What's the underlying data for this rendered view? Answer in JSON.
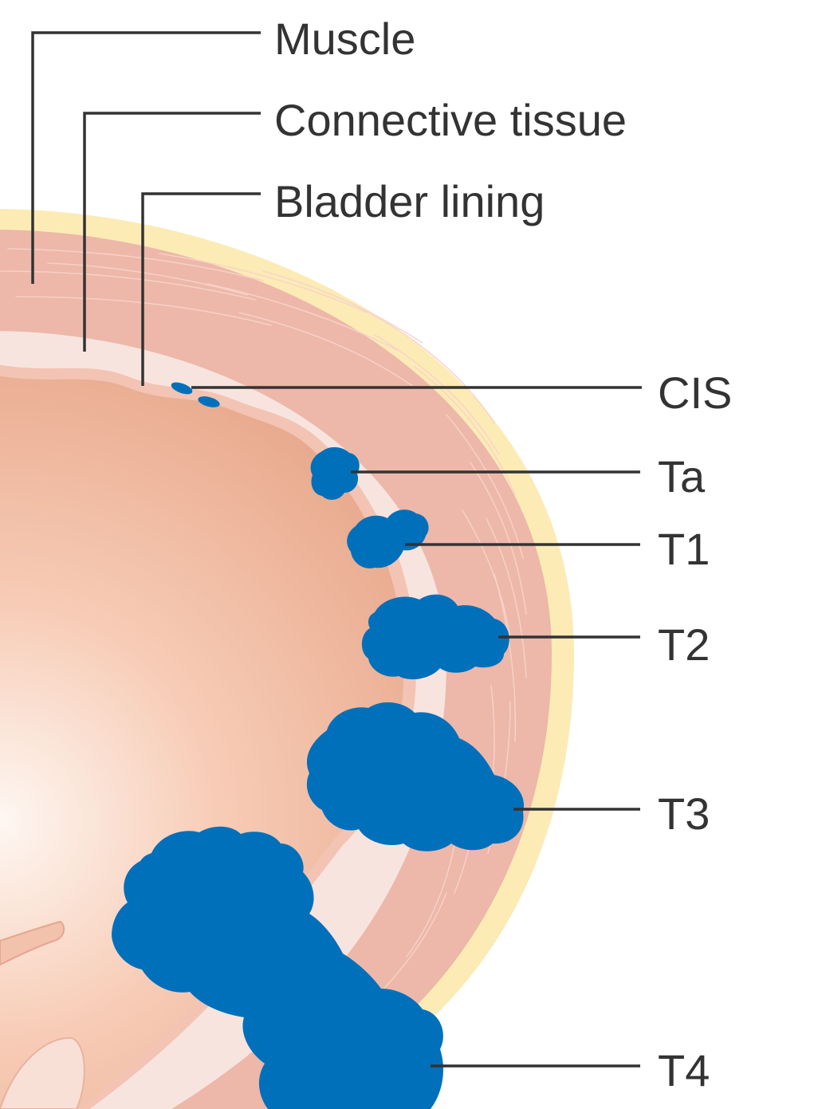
{
  "layers": {
    "muscle": "Muscle",
    "connective": "Connective tissue",
    "lining": "Bladder lining"
  },
  "stages": {
    "cis": "CIS",
    "ta": "Ta",
    "t1": "T1",
    "t2": "T2",
    "t3": "T3",
    "t4": "T4"
  },
  "colors": {
    "serosa": "#fcebb5",
    "muscle": "#edb7a9",
    "connective_tissue": "#f8e4de",
    "lining_edge": "#f3c4b3",
    "lumen_center": "#fef7f2",
    "lumen_edge": "#e8a98d",
    "tumour": "#0070bb",
    "leader_lines": "#333333"
  }
}
